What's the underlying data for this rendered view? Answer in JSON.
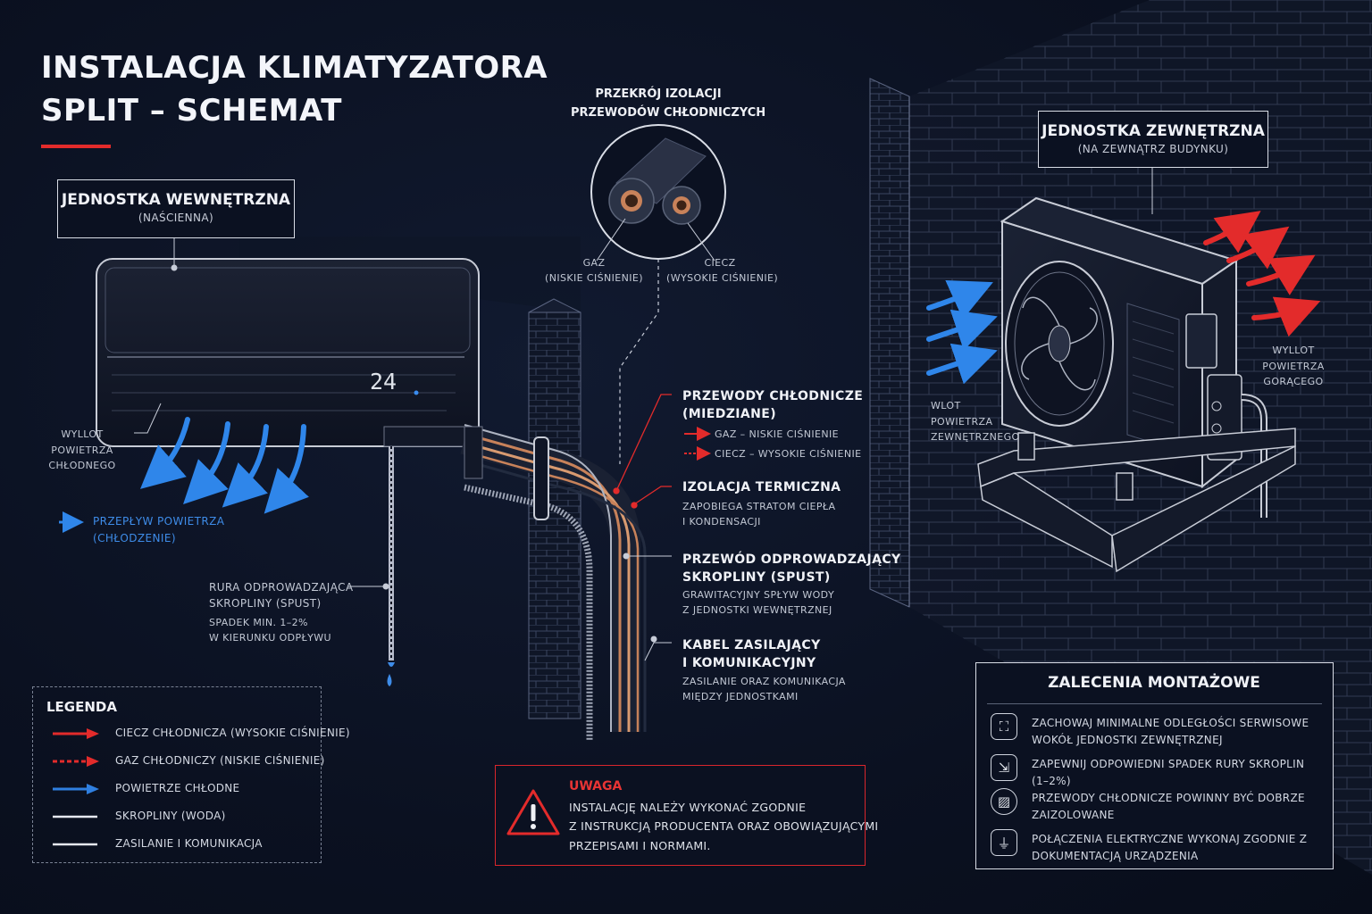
{
  "title": {
    "line1": "INSTALACJA KLIMATYZATORA",
    "line2": "SPLIT – SCHEMAT"
  },
  "indoor_unit": {
    "title": "JEDNOSTKA WEWNĘTRZNA",
    "subtitle": "(NAŚCIENNA)",
    "display": "24"
  },
  "outdoor_unit": {
    "title": "JEDNOSTKA ZEWNĘTRZNA",
    "subtitle": "(NA ZEWNĄTRZ BUDYNKU)"
  },
  "cross_section": {
    "title_line1": "PRZEKRÓJ IZOLACJI",
    "title_line2": "PRZEWODÓW CHŁODNICZYCH",
    "gas": "GAZ",
    "gas_sub": "(NISKIE CIŚNIENIE)",
    "liquid": "CIECZ",
    "liquid_sub": "(WYSOKIE CIŚNIENIE)"
  },
  "labels": {
    "cold_outlet": [
      "WYLLOT",
      "POWIETRZA",
      "CHŁODNEGO"
    ],
    "airflow": [
      "PRZEPŁYW POWIETRZA",
      "(CHŁODZENIE)"
    ],
    "drain_pipe": [
      "RURA ODPROWADZAJĄCA",
      "SKROPLINY (SPUST)"
    ],
    "drain_slope": [
      "SPADEK MIN. 1–2%",
      "W KIERUNKU ODPŁYWU"
    ],
    "inlet": [
      "WLOT",
      "POWIETRZA",
      "ZEWNĘTRZNEGO"
    ],
    "hot_outlet": [
      "WYLLOT",
      "POWIETRZA",
      "GORĄCEGO"
    ]
  },
  "callouts": {
    "copper": {
      "title": [
        "PRZEWODY CHŁODNICZE",
        "(MIEDZIANE)"
      ],
      "gas": "GAZ – NISKIE CIŚNIENIE",
      "liquid": "CIECZ – WYSOKIE CIŚNIENIE"
    },
    "insulation": {
      "title": "IZOLACJA TERMICZNA",
      "desc": [
        "ZAPOBIEGA STRATOM CIEPŁA",
        "I KONDENSACJI"
      ]
    },
    "drain": {
      "title": [
        "PRZEWÓD ODPROWADZAJĄCY",
        "SKROPLINY (SPUST)"
      ],
      "desc": [
        "GRAWITACYJNY SPŁYW WODY",
        "Z JEDNOSTKI WEWNĘTRZNEJ"
      ]
    },
    "cable": {
      "title": [
        "KABEL ZASILAJĄCY",
        "I KOMUNIKACYJNY"
      ],
      "desc": [
        "ZASILANIE ORAZ KOMUNIKACJA",
        "MIĘDZY JEDNOSTKAMI"
      ]
    }
  },
  "legend": {
    "title": "LEGENDA",
    "items": [
      {
        "label": "CIECZ CHŁODNICZA (WYSOKIE CIŚNIENIE)",
        "color": "#e32b2b",
        "style": "solid-arrow"
      },
      {
        "label": "GAZ CHŁODNICZY (NISKIE CIŚNIENIE)",
        "color": "#e32b2b",
        "style": "dashed-arrow"
      },
      {
        "label": "POWIETRZE CHŁODNE",
        "color": "#2f7fe0",
        "style": "solid-arrow"
      },
      {
        "label": "SKROPLINY (WODA)",
        "color": "#e6e9f0",
        "style": "line"
      },
      {
        "label": "ZASILANIE I KOMUNIKACJA",
        "color": "#e6e9f0",
        "style": "line"
      }
    ]
  },
  "warning": {
    "title": "UWAGA",
    "lines": [
      "INSTALACJĘ NALEŻY WYKONAĆ ZGODNIE",
      "Z INSTRUKCJĄ PRODUCENTA ORAZ OBOWIĄZUJĄCYMI",
      "PRZEPISAMI I NORMAMI."
    ]
  },
  "recommendations": {
    "title": "ZALECENIA MONTAŻOWE",
    "items": [
      {
        "icon": "clearance-icon",
        "text": "ZACHOWAJ MINIMALNE ODLEGŁOŚCI SERWISOWE WOKÓŁ JEDNOSTKI ZEWNĘTRZNEJ"
      },
      {
        "icon": "slope-icon",
        "text": "ZAPEWNIJ ODPOWIEDNI SPADEK RURY SKROPLIN (1–2%)"
      },
      {
        "icon": "insulation-icon",
        "text": "PRZEWODY CHŁODNICZE POWINNY BYĆ DOBRZE ZAIZOLOWANE"
      },
      {
        "icon": "plug-icon",
        "text": "POŁĄCZENIA ELEKTRYCZNE WYKONAJ ZGODNIE Z DOKUMENTACJĄ URZĄDZENIA"
      }
    ]
  },
  "colors": {
    "background": "#0b1121",
    "accent_red": "#e32b2b",
    "accent_blue": "#2f7fe0",
    "copper": "#c8825a"
  }
}
